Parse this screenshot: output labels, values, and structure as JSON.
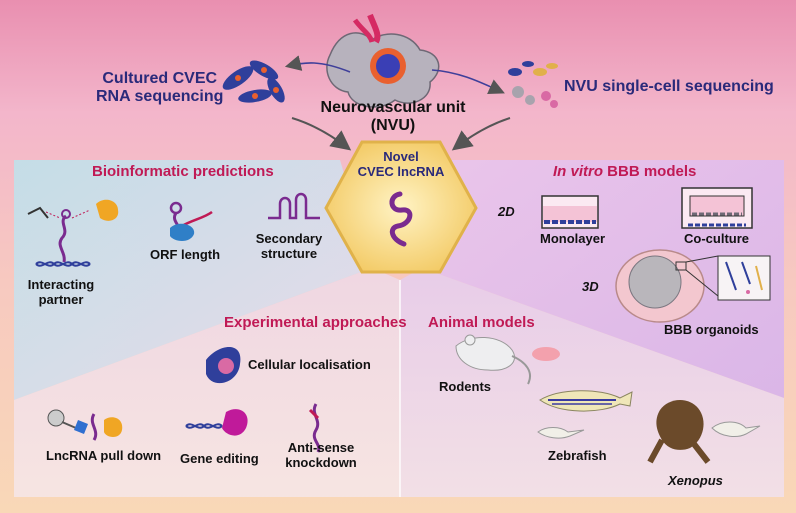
{
  "top": {
    "cultured": [
      "Cultured CVEC",
      "RNA sequencing"
    ],
    "nvu": [
      "Neurovascular unit",
      "(NVU)"
    ],
    "singlecell": "NVU single-cell sequencing"
  },
  "center": [
    "Novel",
    "CVEC lncRNA"
  ],
  "bioinformatic": {
    "title": "Bioinformatic predictions",
    "interacting": [
      "Interacting",
      "partner"
    ],
    "orf": "ORF length",
    "secondary": [
      "Secondary",
      "structure"
    ]
  },
  "invitro": {
    "title_italic": "In vitro",
    "title_rest": " BBB models",
    "label_2d": "2D",
    "label_3d": "3D",
    "monolayer": "Monolayer",
    "coculture": "Co-culture",
    "organoids": "BBB organoids"
  },
  "experimental": {
    "title": "Experimental approaches",
    "localisation": "Cellular localisation",
    "pulldown": "LncRNA pull down",
    "editing": "Gene editing",
    "antisense": [
      "Anti-sense",
      "knockdown"
    ]
  },
  "animal": {
    "title": "Animal models",
    "rodents": "Rodents",
    "zebrafish": "Zebrafish",
    "xenopus": "Xenopus"
  },
  "colors": {
    "navy": "#2a2a7a",
    "magenta": "#c01a55",
    "hexagon": "#f6d27a",
    "rna": "#7a2b8f"
  }
}
